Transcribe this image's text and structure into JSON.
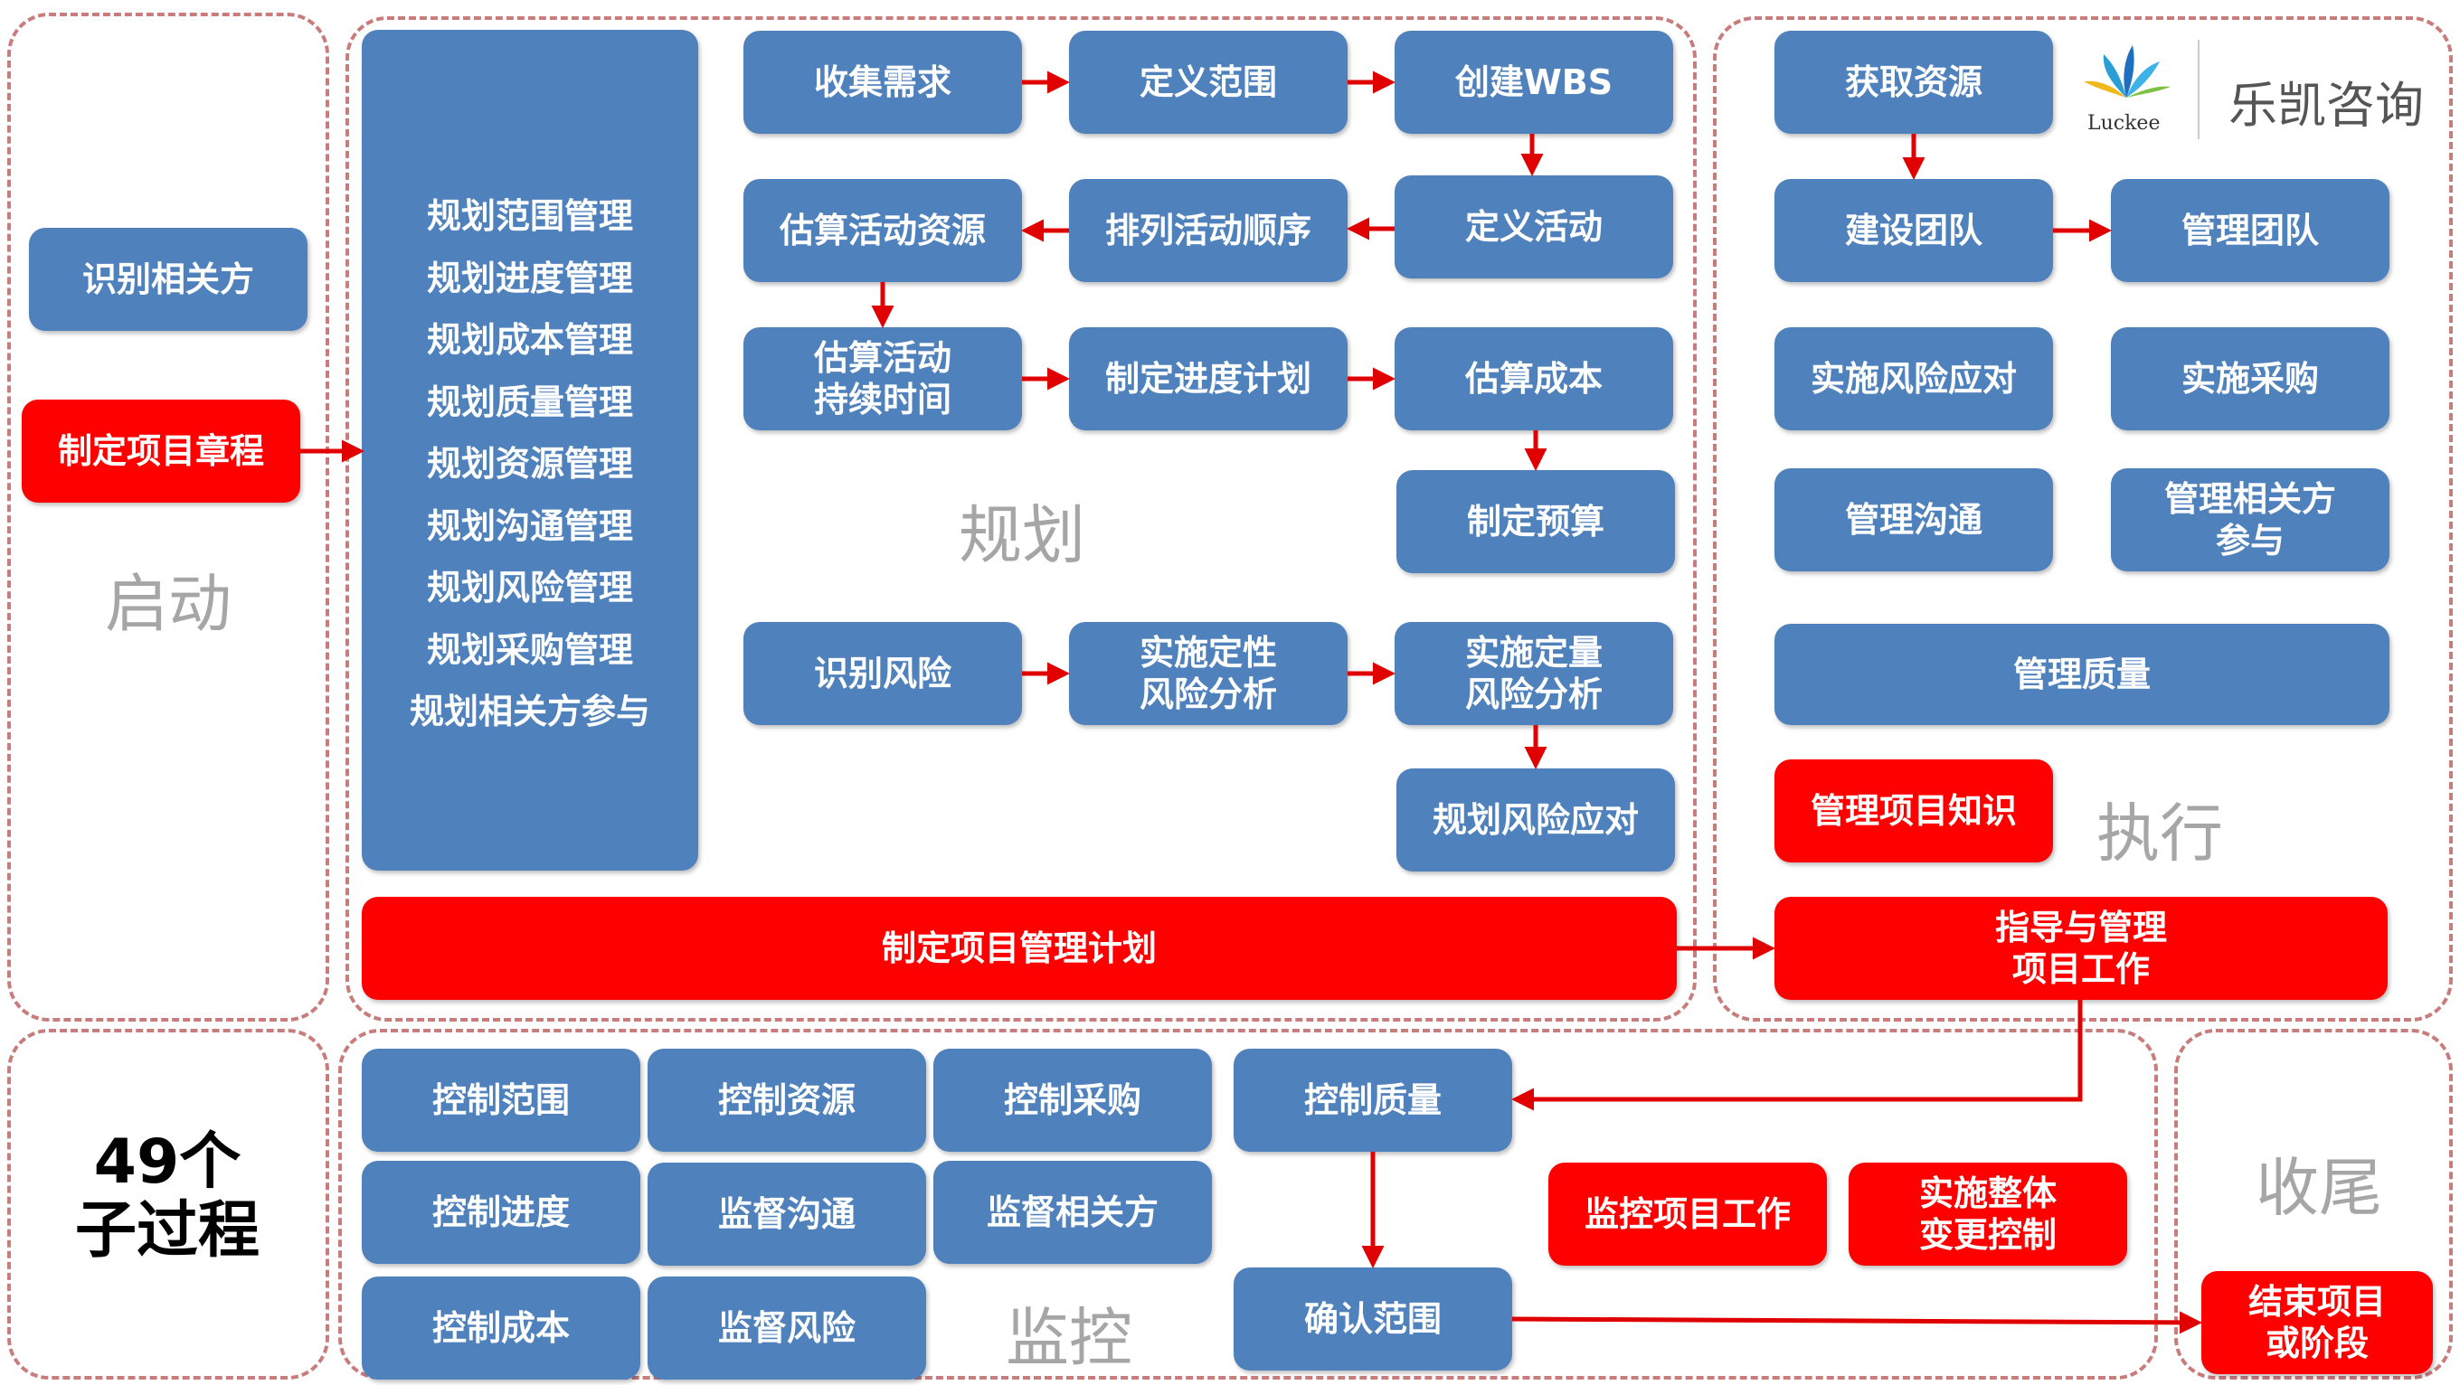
{
  "zones": {
    "initiating": "启动",
    "planning": "规划",
    "executing": "执行",
    "monitoring": "监控",
    "closing": "收尾"
  },
  "summary": "49个\n子过程",
  "logo": {
    "brand": "乐凯咨询",
    "sub": "Luckee"
  },
  "initiating": {
    "identify_stakeholders": "识别相关方",
    "develop_charter": "制定项目章程"
  },
  "planning_list": [
    "规划范围管理",
    "规划进度管理",
    "规划成本管理",
    "规划质量管理",
    "规划资源管理",
    "规划沟通管理",
    "规划风险管理",
    "规划采购管理",
    "规划相关方参与"
  ],
  "planning": {
    "collect_requirements": "收集需求",
    "define_scope": "定义范围",
    "create_wbs": "创建WBS",
    "estimate_resources": "估算活动资源",
    "sequence_activities": "排列活动顺序",
    "define_activities": "定义活动",
    "estimate_durations": "估算活动\n持续时间",
    "develop_schedule": "制定进度计划",
    "estimate_costs": "估算成本",
    "determine_budget": "制定预算",
    "identify_risks": "识别风险",
    "qualitative_risk": "实施定性\n风险分析",
    "quantitative_risk": "实施定量\n风险分析",
    "plan_risk_responses": "规划风险应对",
    "develop_pm_plan": "制定项目管理计划"
  },
  "executing": {
    "acquire_resources": "获取资源",
    "develop_team": "建设团队",
    "manage_team": "管理团队",
    "implement_risk_responses": "实施风险应对",
    "conduct_procurements": "实施采购",
    "manage_communications": "管理沟通",
    "manage_stakeholder_engagement": "管理相关方\n参与",
    "manage_quality": "管理质量",
    "manage_knowledge": "管理项目知识",
    "direct_manage_work": "指导与管理\n项目工作"
  },
  "monitoring": {
    "control_scope": "控制范围",
    "control_resources": "控制资源",
    "control_procurements": "控制采购",
    "control_quality": "控制质量",
    "control_schedule": "控制进度",
    "monitor_communications": "监督沟通",
    "monitor_stakeholders": "监督相关方",
    "monitor_control_work": "监控项目工作",
    "integrated_change_control": "实施整体\n变更控制",
    "control_costs": "控制成本",
    "monitor_risks": "监督风险",
    "validate_scope": "确认范围"
  },
  "closing": {
    "close_project": "结束项目\n或阶段"
  },
  "colors": {
    "blue_box": "#4f81bd",
    "red_box": "#ff0000",
    "arrow": "#e00000",
    "zone_border": "#c97c7c",
    "zone_label": "#a6a6a6"
  }
}
